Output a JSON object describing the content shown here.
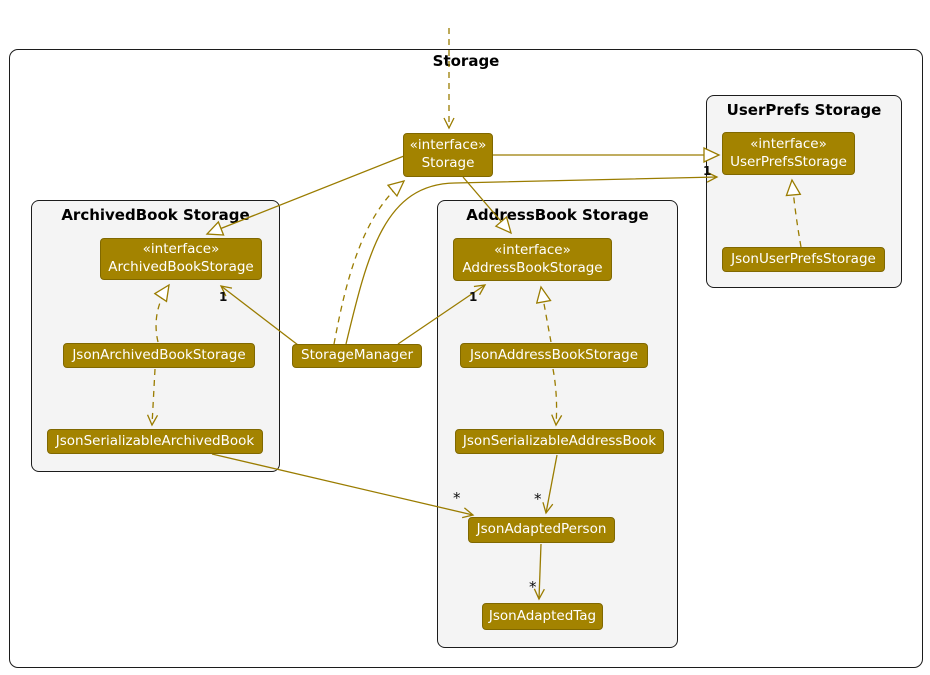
{
  "diagram": {
    "frame_title": "Storage",
    "interface_stereotype": "«interface»",
    "packages": {
      "archived": "ArchivedBook Storage",
      "address": "AddressBook Storage",
      "userprefs": "UserPrefs Storage"
    },
    "nodes": {
      "storage": "Storage",
      "archived_book_storage": "ArchivedBookStorage",
      "address_book_storage": "AddressBookStorage",
      "user_prefs_storage": "UserPrefsStorage",
      "storage_manager": "StorageManager",
      "json_archived_book_storage": "JsonArchivedBookStorage",
      "json_serializable_archived_book": "JsonSerializableArchivedBook",
      "json_address_book_storage": "JsonAddressBookStorage",
      "json_serializable_address_book": "JsonSerializableAddressBook",
      "json_adapted_person": "JsonAdaptedPerson",
      "json_adapted_tag": "JsonAdaptedTag",
      "json_user_prefs_storage": "JsonUserPrefsStorage"
    },
    "multiplicities": {
      "sm_archived": "1",
      "sm_address": "1",
      "sm_userprefs": "1",
      "archived_person": "*",
      "address_person": "*",
      "person_tag": "*"
    },
    "colors": {
      "storage_accent": "#A38300",
      "edge": "#9A7C00",
      "package_bg": "#F4F4F4"
    }
  }
}
